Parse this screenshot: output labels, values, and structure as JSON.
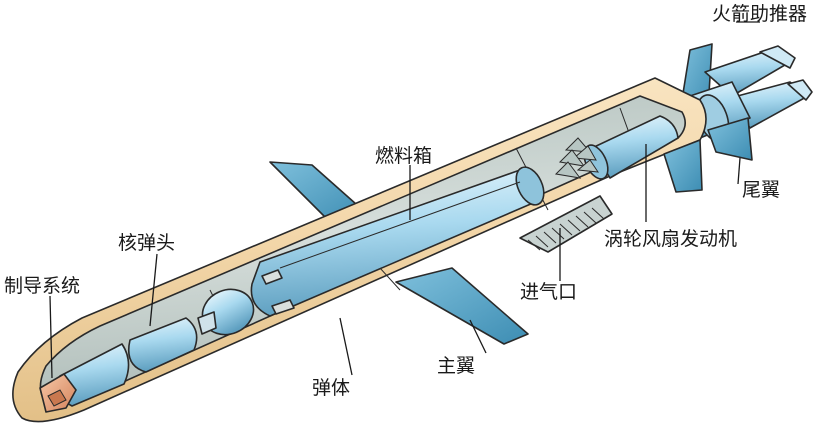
{
  "labels": {
    "rocket_booster": "火箭助推器",
    "tail_fins": "尾翼",
    "fuel_tank": "燃料箱",
    "turbofan_engine": "涡轮风扇发动机",
    "nuclear_warhead": "核弹头",
    "air_inlet": "进气口",
    "guidance_system": "制导系统",
    "main_wing": "主翼",
    "missile_body": "弹体"
  },
  "colors": {
    "skin": "#f3d7aa",
    "interior": "#c9d3cf",
    "component_blue": "#9fd2ea",
    "wing_blue": "#5aa8c9",
    "nose_copper": "#e9a47c"
  }
}
